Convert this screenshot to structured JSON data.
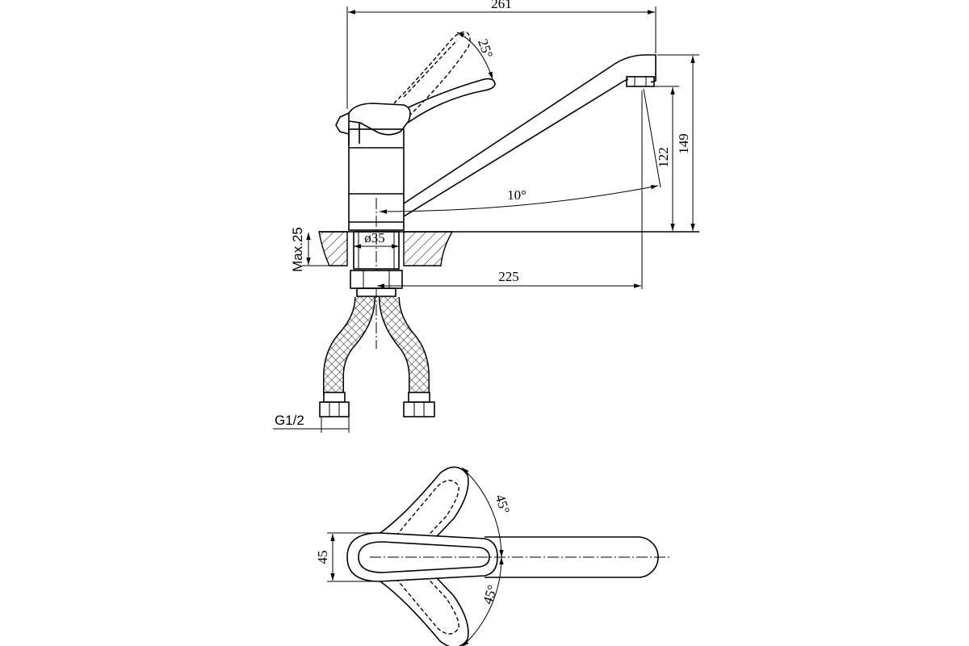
{
  "dimensions": {
    "overall_length": "261",
    "lever_angle": "25°",
    "total_height": "149",
    "spout_height": "122",
    "swivel_angle": "10°",
    "max_counter_thickness": "Max.25",
    "hole_diameter": "ø35",
    "spout_reach": "225",
    "connection_thread": "G1/2",
    "rotation_angle_upper": "45°",
    "handle_width": "45",
    "rotation_angle_lower": "45°"
  }
}
